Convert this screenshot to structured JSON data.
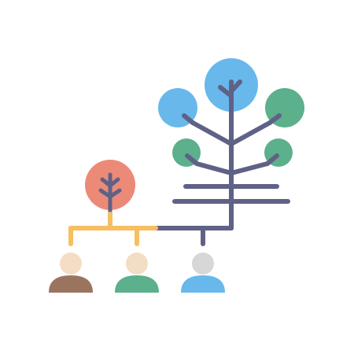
{
  "illustration": {
    "subject": "family-tree-icon",
    "colors": {
      "branch_dark": "#5f6186",
      "branch_orange": "#f7be62",
      "leaf_blue": "#68b8ec",
      "leaf_green": "#5cb08c",
      "leaf_coral": "#ec8a78",
      "skin": "#f3ddc4",
      "head_gray": "#d7d7d7",
      "body_brown": "#9b7460",
      "body_green": "#5cb08c",
      "body_blue": "#68b8ec"
    },
    "people": [
      {
        "name": "person-left",
        "body_color": "#9b7460",
        "head_color": "#f3ddc4"
      },
      {
        "name": "person-middle",
        "body_color": "#5cb08c",
        "head_color": "#f3ddc4"
      },
      {
        "name": "person-right",
        "body_color": "#68b8ec",
        "head_color": "#d7d7d7"
      }
    ]
  }
}
